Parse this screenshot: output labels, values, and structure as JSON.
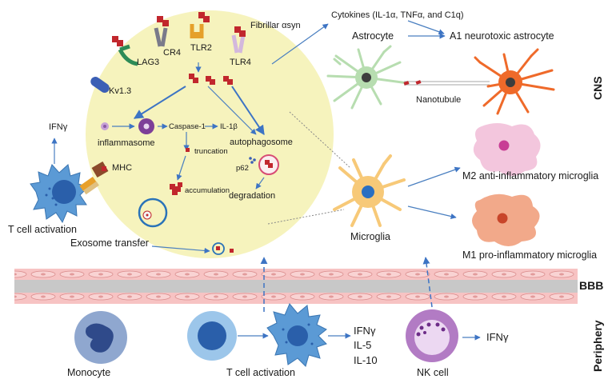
{
  "labels": {
    "fibrillar": "Fibrillar αsyn",
    "cr4": "CR4",
    "tlr2": "TLR2",
    "tlr4": "TLR4",
    "lag3": "LAG3",
    "kv13": "Kv1.3",
    "ifng_top": "IFNγ",
    "inflammasome": "inflammasome",
    "caspase": "Caspase-1",
    "il1b": "IL-1β",
    "autophagosome": "autophagosome",
    "truncation": "truncation",
    "accumulation": "accumulation",
    "p62": "p62",
    "degradation": "degradation",
    "mhc": "MHC",
    "tcell_act_left": "T cell activation",
    "exosome": "Exosome transfer",
    "cytokines": "Cytokines (IL-1α, TNFα, and C1q)",
    "astrocyte": "Astrocyte",
    "a1": "A1 neurotoxic astrocyte",
    "nanotubule": "Nanotubule",
    "cns": "CNS",
    "m2": "M2 anti-inflammatory microglia",
    "m1": "M1 pro-inflammatory microglia",
    "microglia": "Microglia",
    "bbb": "BBB",
    "periphery": "Periphery",
    "monocyte": "Monocyte",
    "tcell_act_bottom": "T cell activation",
    "ifng_p": "IFNγ",
    "il5": "IL-5",
    "il10": "IL-10",
    "nk": "NK cell",
    "ifng_nk": "IFNγ"
  },
  "colors": {
    "circle_fill": "#f6f3bd",
    "asyn_red": "#c1272d",
    "arrow_blue": "#3d74c4",
    "astrocyte_green": "#b7ddb0",
    "astrocyte_orange": "#ef6a2a",
    "microglia_gold": "#f7c978",
    "m2_pink": "#f3c6dd",
    "m1_salmon": "#f2a98a",
    "bbb_pink": "#f7c3c3",
    "bbb_gray": "#c8c8c8",
    "monocyte_blue": "#8fa7cf",
    "tcell_blue": "#9cc6ea",
    "nk_purple": "#b27bc4"
  }
}
